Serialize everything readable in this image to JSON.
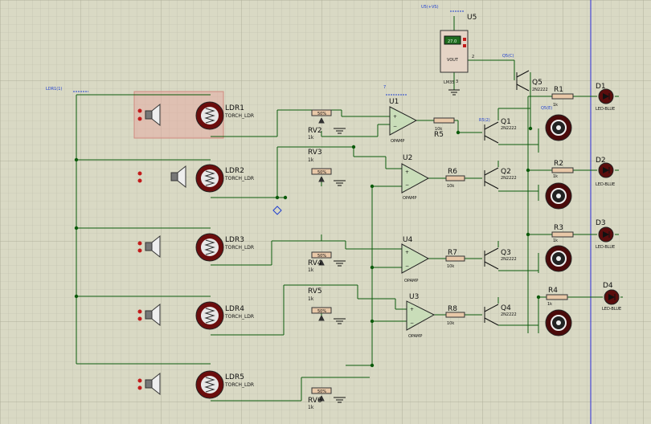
{
  "terminals": {
    "ldr_net": "LDR1(1)",
    "supply_net": "U5(+VS)",
    "q5c_net": "Q5(C)",
    "q5e_net": "Q5(E)",
    "r5_net": "R5(2)",
    "u1_pin": "7"
  },
  "ldrs": [
    {
      "ref": "LDR1",
      "value": "TORCH_LDR"
    },
    {
      "ref": "LDR2",
      "value": "TORCH_LDR"
    },
    {
      "ref": "LDR3",
      "value": "TORCH_LDR"
    },
    {
      "ref": "LDR4",
      "value": "TORCH_LDR"
    },
    {
      "ref": "LDR5",
      "value": "TORCH_LDR"
    }
  ],
  "pots": [
    {
      "ref": "RV2",
      "value": "1k",
      "mark": "50%"
    },
    {
      "ref": "RV3",
      "value": "1k",
      "mark": "50%"
    },
    {
      "ref": "RV4",
      "value": "1k",
      "mark": "50%"
    },
    {
      "ref": "RV5",
      "value": "1k",
      "mark": "50%"
    },
    {
      "ref": "RV6",
      "value": "1k",
      "mark": "50%"
    }
  ],
  "opamps": [
    {
      "ref": "U1",
      "type": "OPAMP"
    },
    {
      "ref": "U2",
      "type": "OPAMP"
    },
    {
      "ref": "U4",
      "type": "OPAMP"
    },
    {
      "ref": "U3",
      "type": "OPAMP"
    }
  ],
  "base_resistors": [
    {
      "ref": "R5",
      "value": "10k"
    },
    {
      "ref": "R6",
      "value": "10k"
    },
    {
      "ref": "R7",
      "value": "10k"
    },
    {
      "ref": "R8",
      "value": "10k"
    }
  ],
  "transistors": [
    {
      "ref": "Q1",
      "type": "2N2222"
    },
    {
      "ref": "Q2",
      "type": "2N2222"
    },
    {
      "ref": "Q3",
      "type": "2N2222"
    },
    {
      "ref": "Q4",
      "type": "2N2222"
    },
    {
      "ref": "Q5",
      "type": "2N2222"
    }
  ],
  "led_resistors": [
    {
      "ref": "R1",
      "value": "1k"
    },
    {
      "ref": "R2",
      "value": "1k"
    },
    {
      "ref": "R3",
      "value": "1k"
    },
    {
      "ref": "R4",
      "value": "1k"
    }
  ],
  "leds": [
    {
      "ref": "D1",
      "type": "LED-BLUE"
    },
    {
      "ref": "D2",
      "type": "LED-BLUE"
    },
    {
      "ref": "D3",
      "type": "LED-BLUE"
    },
    {
      "ref": "D4",
      "type": "LED-BLUE"
    }
  ],
  "sensor": {
    "ref": "U5",
    "part": "LM35",
    "display": "27.0",
    "pin_out": "VOUT",
    "pin2": "2",
    "pin3": "3"
  }
}
